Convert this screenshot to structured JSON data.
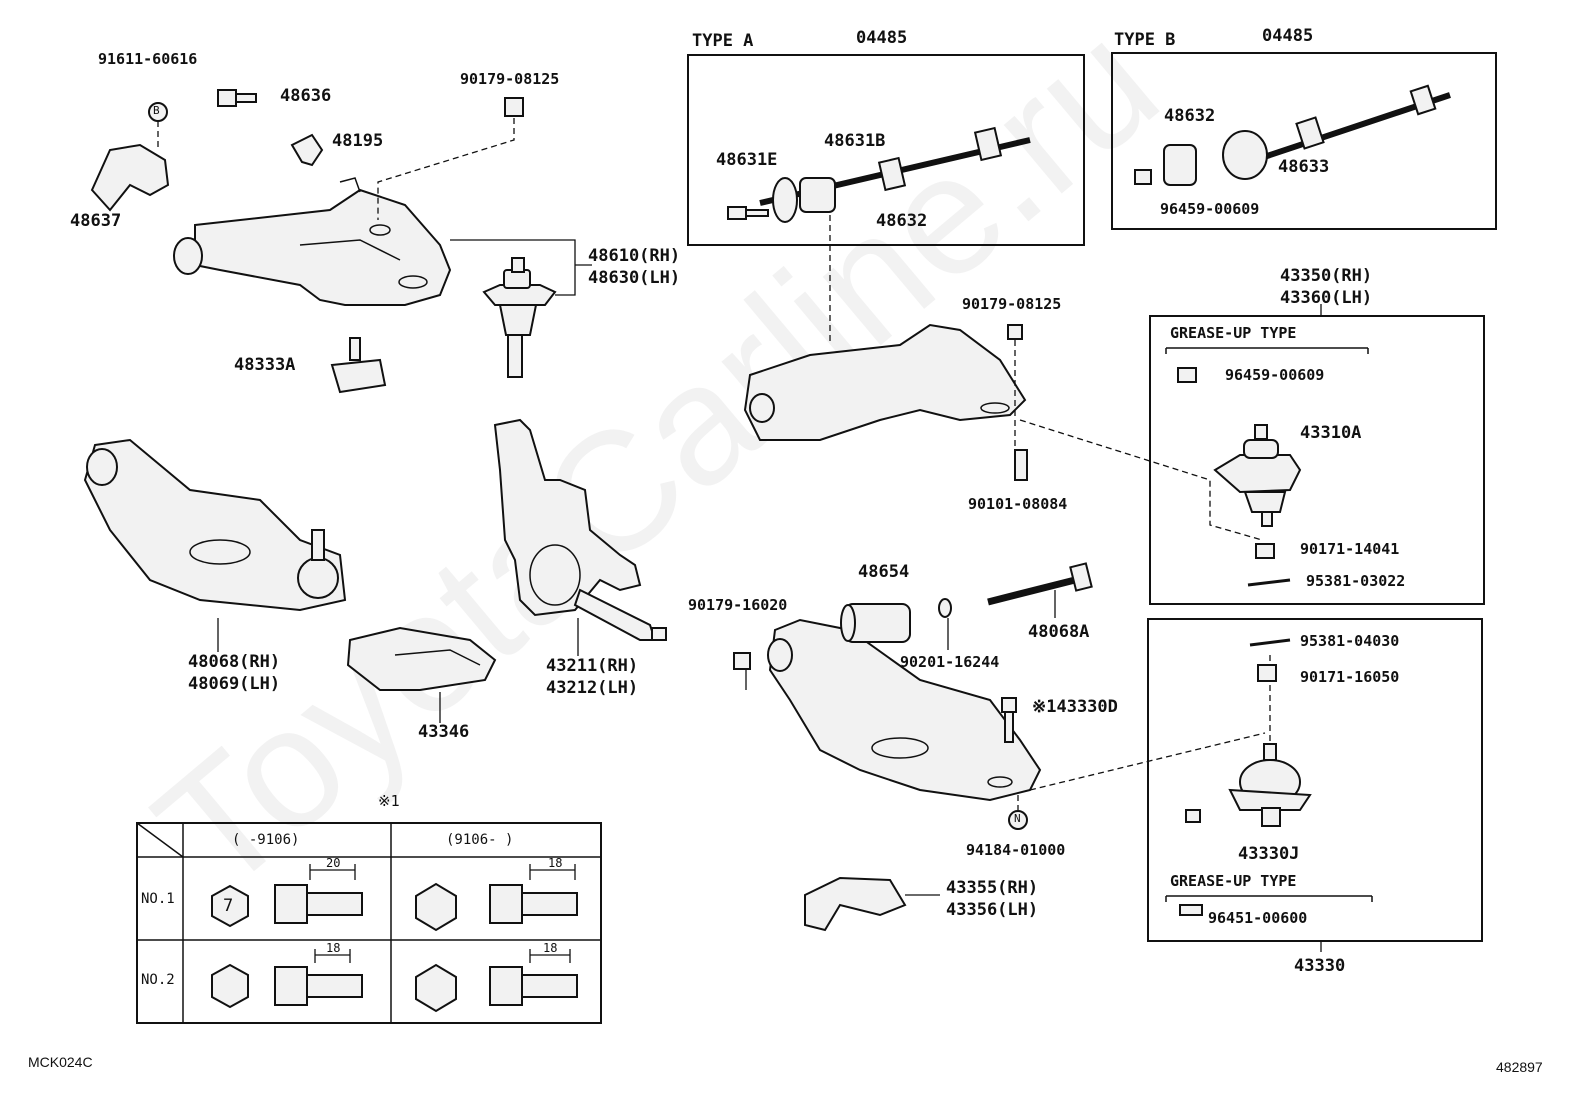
{
  "diagram": {
    "watermark": "ToyotaCarline.ru",
    "footer_left": "MCK024C",
    "footer_right": "482897",
    "box_type_a": {
      "title": "TYPE A",
      "part": "04485"
    },
    "box_type_b": {
      "title": "TYPE B",
      "part": "04485"
    },
    "grease_up_1": {
      "title": "GREASE-UP TYPE"
    },
    "grease_up_2": {
      "title": "GREASE-UP TYPE"
    },
    "labels": {
      "p91611": "91611-60616",
      "p48636": "48636",
      "p90179a": "90179-08125",
      "p48195": "48195",
      "p48637": "48637",
      "p48610": "48610(RH)",
      "p48630": "48630(LH)",
      "p48333a": "48333A",
      "p48068": "48068(RH)",
      "p48069": "48069(LH)",
      "p43346": "43346",
      "p43211": "43211(RH)",
      "p43212": "43212(LH)",
      "p48631e": "48631E",
      "p48631b": "48631B",
      "p48632a": "48632",
      "p48632b": "48632",
      "p48633": "48633",
      "p96459a": "96459-00609",
      "p43350": "43350(RH)",
      "p43360": "43360(LH)",
      "p90179b": "90179-08125",
      "p96459b": "96459-00609",
      "p43310a": "43310A",
      "p90101": "90101-08084",
      "p90171a": "90171-14041",
      "p95381a": "95381-03022",
      "p48654": "48654",
      "p90179c": "90179-16020",
      "p48068a": "48068A",
      "p90201": "90201-16244",
      "p43330d": "※143330D",
      "p95381b": "95381-04030",
      "p90171b": "90171-16050",
      "p94184": "94184-01000",
      "p43330j": "43330J",
      "p96451": "96451-00600",
      "p43330": "43330",
      "p43355": "43355(RH)",
      "p43356": "43356(LH)",
      "ref1": "※1",
      "ref_b": "B",
      "ref_n": "N"
    },
    "table": {
      "col1_header": "(      -9106)",
      "col2_header": "(9106-      )",
      "row1": "NO.1",
      "row2": "NO.2",
      "hex_mark": "7",
      "dim_r1c1": "20",
      "dim_r1c2": "18",
      "dim_r2c1": "18",
      "dim_r2c2": "18"
    }
  }
}
